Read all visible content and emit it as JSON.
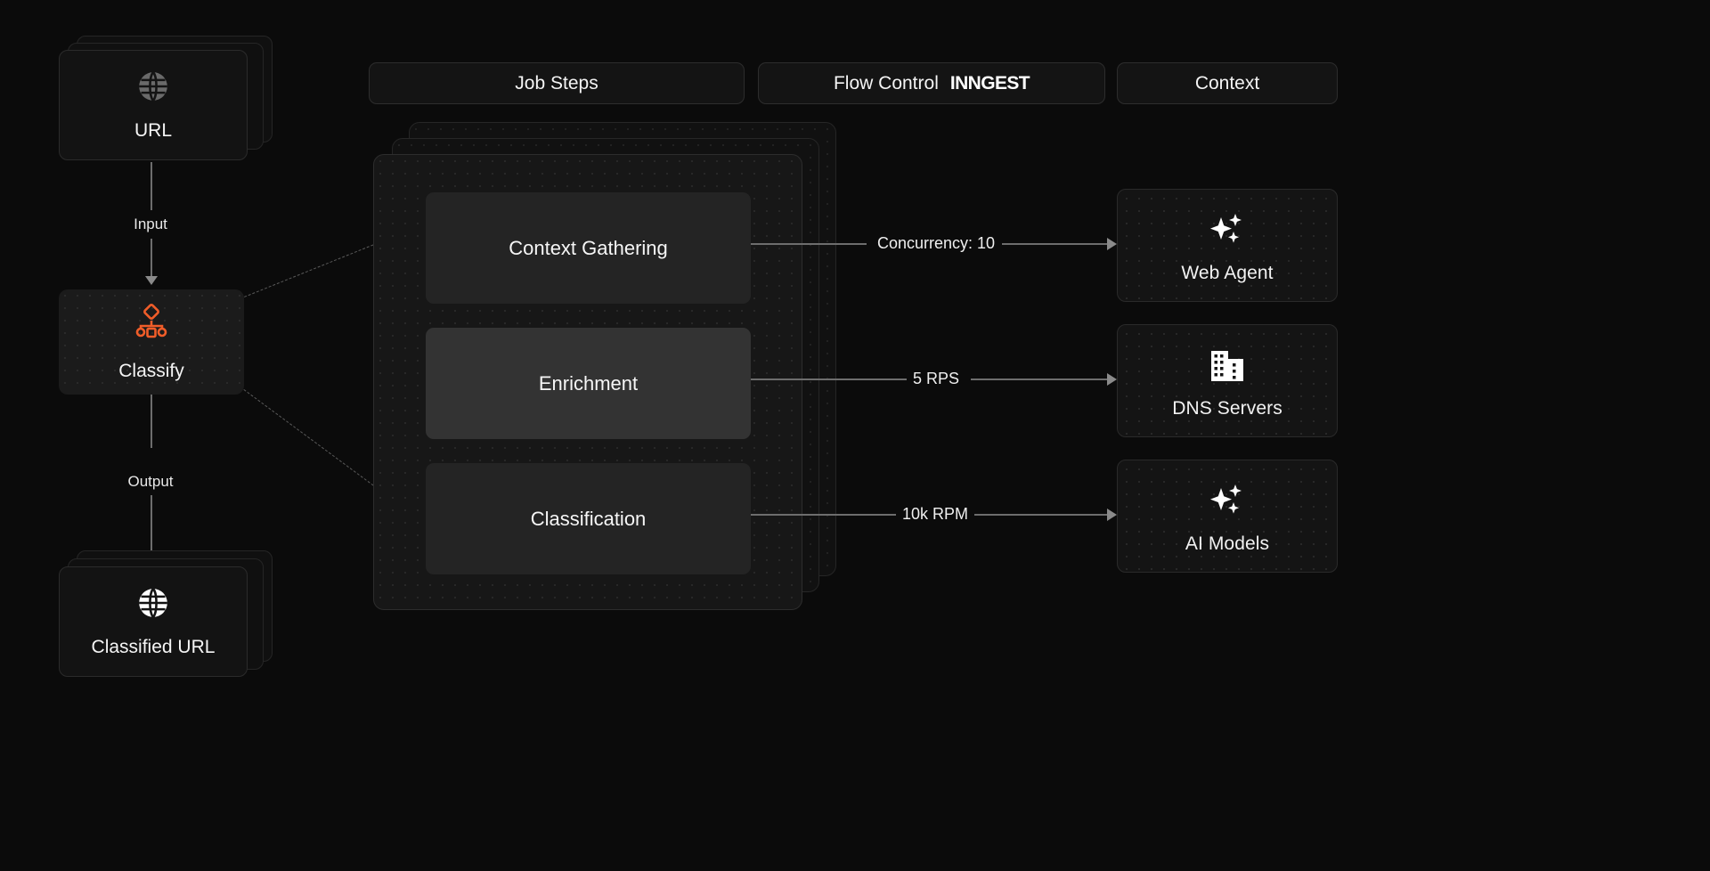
{
  "theme": {
    "background": "#0b0b0b",
    "card_bg": "#131313",
    "panel_bg": "#171717",
    "step_bg": "#242424",
    "step_highlight_bg": "#333333",
    "border": "#2a2a2a",
    "text": "#f2f2f2",
    "accent_orange": "#F05D29",
    "connector": "#6d6d6d"
  },
  "header": {
    "tabs": [
      {
        "id": "job-steps",
        "label": "Job Steps",
        "brand": ""
      },
      {
        "id": "flow-control",
        "label": "Flow Control",
        "brand": "INNGEST"
      },
      {
        "id": "context",
        "label": "Context",
        "brand": ""
      }
    ]
  },
  "pipeline": {
    "input_node": {
      "label": "URL",
      "icon": "globe-icon",
      "stacked": true
    },
    "input_edge_label": "Input",
    "process_node": {
      "label": "Classify",
      "icon": "workflow-classify-icon"
    },
    "output_edge_label": "Output",
    "output_node": {
      "label": "Classified URL",
      "icon": "globe-icon",
      "stacked": true
    }
  },
  "job": {
    "stacked": true,
    "steps": [
      {
        "id": "context-gathering",
        "label": "Context Gathering",
        "highlight": false
      },
      {
        "id": "enrichment",
        "label": "Enrichment",
        "highlight": true
      },
      {
        "id": "classification",
        "label": "Classification",
        "highlight": false
      }
    ]
  },
  "flows": [
    {
      "id": "flow-concurrency",
      "label": "Concurrency: 10",
      "from": "context-gathering",
      "to": "web-agent"
    },
    {
      "id": "flow-rps",
      "label": "5 RPS",
      "from": "enrichment",
      "to": "dns-servers"
    },
    {
      "id": "flow-rpm",
      "label": "10k RPM",
      "from": "classification",
      "to": "ai-models"
    }
  ],
  "resources": [
    {
      "id": "web-agent",
      "label": "Web Agent",
      "icon": "sparkles-icon"
    },
    {
      "id": "dns-servers",
      "label": "DNS Servers",
      "icon": "building-icon"
    },
    {
      "id": "ai-models",
      "label": "AI Models",
      "icon": "sparkles-icon"
    }
  ]
}
